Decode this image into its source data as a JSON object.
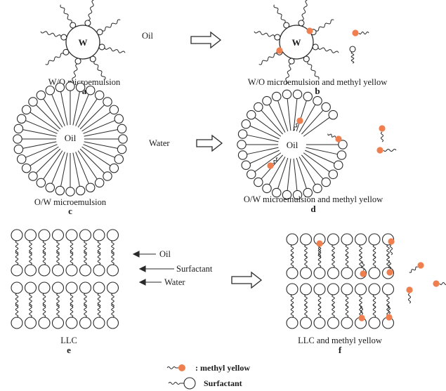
{
  "panels": {
    "a": {
      "letter": "a",
      "caption": "W/O  microemulsion",
      "core": "W",
      "phase": "Oil"
    },
    "b": {
      "letter": "b",
      "caption": "W/O  microemulsion and  methyl yellow",
      "core": "W"
    },
    "c": {
      "letter": "c",
      "caption": "O/W  microemulsion",
      "core": "Oil",
      "phase": "Water"
    },
    "d": {
      "letter": "d",
      "caption": "O/W  microemulsion and  methyl yellow",
      "core": "Oil"
    },
    "e": {
      "letter": "e",
      "caption": "LLC",
      "labels": {
        "oil": "Oil",
        "surfactant": "Surfactant",
        "water": "Water"
      }
    },
    "f": {
      "letter": "f",
      "caption": "LLC and methyl yellow"
    }
  },
  "legend": {
    "methyl_yellow": ": methyl yellow",
    "surfactant": "Surfactant"
  },
  "colors": {
    "methyl_yellow": "#f07f50",
    "line": "#2a2a2a",
    "background": "#ffffff"
  },
  "icons": [
    "right-arrow-icon",
    "right-arrow-icon",
    "right-arrow-icon"
  ]
}
